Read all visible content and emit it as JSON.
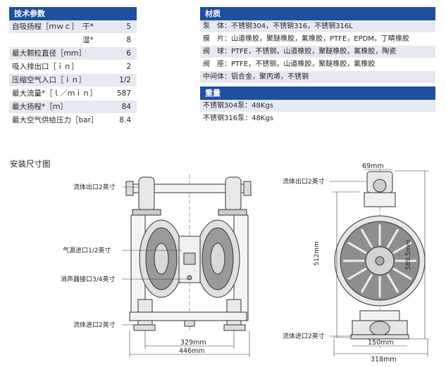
{
  "tech": {
    "title": "技术参数",
    "rows": [
      {
        "label": "自吸扬程［ｍｗｃ］",
        "sub": "干*",
        "value": "5"
      },
      {
        "label": "",
        "sub": "湿*",
        "value": "8"
      },
      {
        "label": "最大颗粒直径［ｍｍ］",
        "sub": "",
        "value": "6"
      },
      {
        "label": "吸入排出口［ｉｎ］",
        "sub": "",
        "value": "2"
      },
      {
        "label": "压缩空气入口［ｉｎ］",
        "sub": "",
        "value": "1/2"
      },
      {
        "label": "最大流量*［ｌ／ｍｉｎ］",
        "sub": "",
        "value": "587"
      },
      {
        "label": "最大扬程*［ｍ］",
        "sub": "",
        "value": "84"
      },
      {
        "label": "最大空气供给压力［bar］",
        "sub": "",
        "value": "8.4"
      }
    ]
  },
  "material": {
    "title": "材质",
    "rows": [
      "泵　体：不锈钢304，不锈钢316，不锈钢316L",
      "膜　片：山道橡胶，聚醚橡胶，氟橡胶，PTFE，EPDM，丁睛橡胶",
      "阀　球：PTFE，不锈钢，山道橡胶，聚醚橡胶，氟橡胶，陶瓷",
      "阀　座：PTFE，不锈钢，山道橡胶，聚醚橡胶，氟橡胶",
      "中间体：铝合金，聚丙烯，不锈钢"
    ]
  },
  "weight": {
    "title": "重量",
    "rows": [
      "不锈钢304泵：48Kgs",
      "不锈钢316泵：48Kgs"
    ]
  },
  "install": {
    "title": "安装尺寸图",
    "labels": {
      "outlet_front": "流体出口2英寸",
      "air_inlet": "气源进口1/2英寸",
      "muffler": "消声器接口3/4英寸",
      "inlet_front": "流体进口2英寸",
      "outlet_side": "流体出口2英寸",
      "inlet_side": "流体进口2英寸"
    },
    "dims": {
      "d329": "329mm",
      "d446": "446mm",
      "d69": "69mm",
      "d512": "512mm",
      "d589": "589.5mm",
      "d150": "150mm",
      "d318": "318mm"
    }
  }
}
